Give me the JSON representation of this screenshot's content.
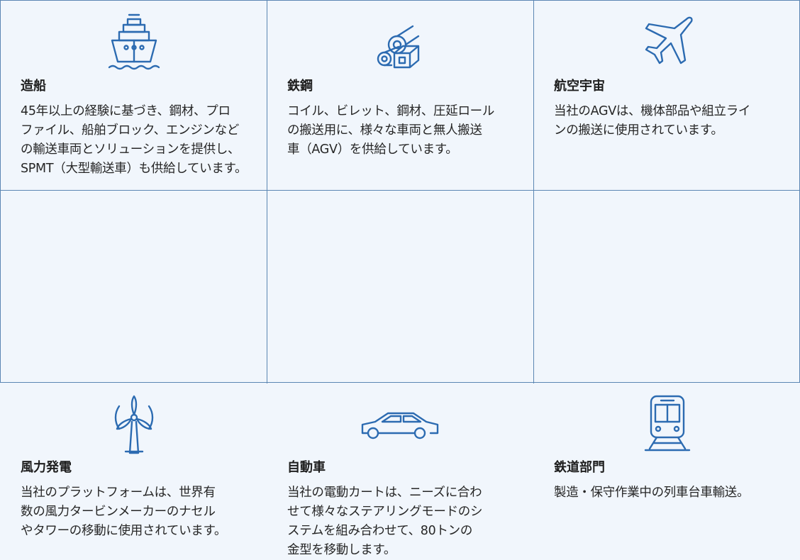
{
  "colors": {
    "background": "#f1f6fc",
    "border": "#5b86b3",
    "icon": "#2c6bb1",
    "text": "#262626"
  },
  "industries": [
    {
      "icon": "ship-icon",
      "title": "造船",
      "lines": [
        "45年以上の経験に基づき、鋼材、プロ",
        "ファイル、船舶ブロック、エンジンなど",
        "の輸送車両とソリューションを提供し、",
        "SPMT（大型輸送車）も供給しています。"
      ]
    },
    {
      "icon": "steel-coil-icon",
      "title": "鉄鋼",
      "lines": [
        "コイル、ビレット、鋼材、圧延ロール",
        "の搬送用に、様々な車両と無人搬送",
        "車（AGV）を供給しています。"
      ]
    },
    {
      "icon": "airplane-icon",
      "title": "航空宇宙",
      "lines": [
        "当社のAGVは、機体部品や組立ライ",
        "ンの搬送に使用されています。"
      ]
    },
    {
      "icon": "wind-turbine-icon",
      "title": "風力発電",
      "lines": [
        "当社のプラットフォームは、世界有",
        "数の風力タービンメーカーのナセル",
        "やタワーの移動に使用されています。"
      ]
    },
    {
      "icon": "car-icon",
      "title": "自動車",
      "lines": [
        "当社の電動カートは、ニーズに合わ",
        "せて様々なステアリングモードのシ",
        "ステムを組み合わせて、80トンの",
        "金型を移動します。"
      ]
    },
    {
      "icon": "train-icon",
      "title": "鉄道部門",
      "lines": [
        "製造・保守作業中の列車台車輸送。"
      ]
    }
  ]
}
